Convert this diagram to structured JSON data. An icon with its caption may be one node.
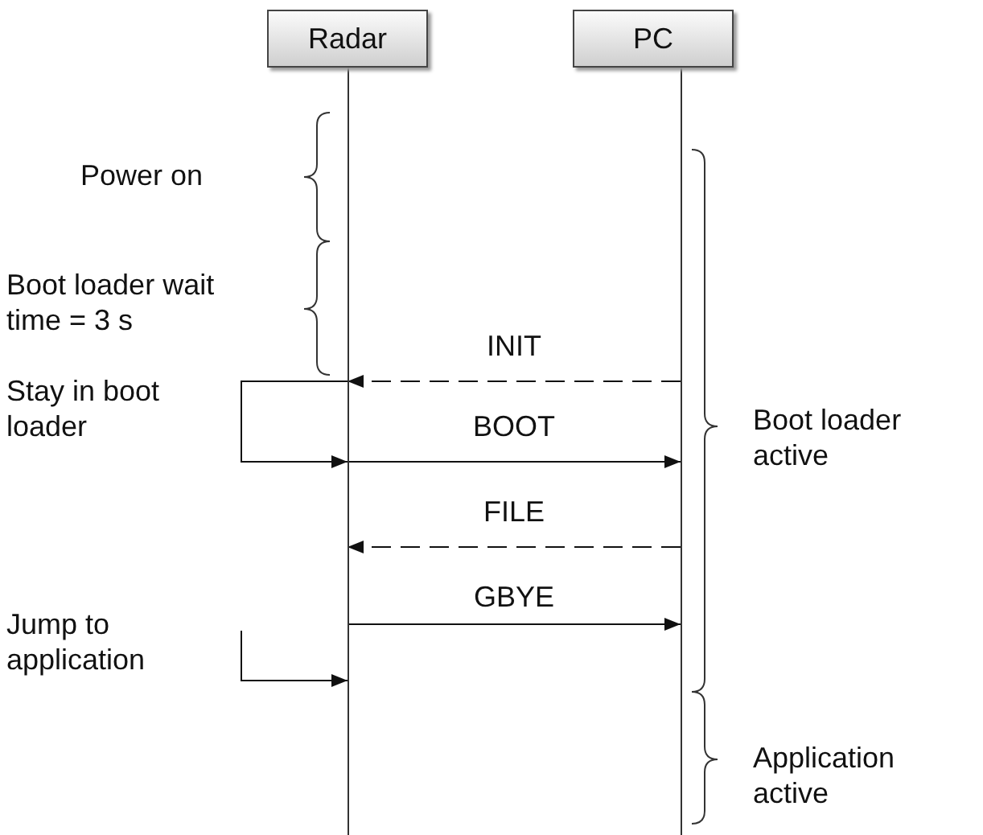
{
  "diagram": {
    "nodes": [
      {
        "text": [
          "Radar"
        ]
      },
      {
        "text": [
          "PC"
        ]
      }
    ],
    "edges": [
      {
        "from": 1,
        "to": 0,
        "arrow": "to",
        "label": "INIT",
        "style": "dashed"
      },
      {
        "from": 0,
        "to": 0,
        "arrow": "to",
        "label": "Stay in boot loader"
      },
      {
        "from": 0,
        "to": 1,
        "arrow": "to",
        "label": "BOOT"
      },
      {
        "from": 1,
        "to": 0,
        "arrow": "to",
        "label": "FILE",
        "style": "dashed"
      },
      {
        "from": 0,
        "to": 1,
        "arrow": "to",
        "label": "GBYE"
      },
      {
        "from": null,
        "to": 0,
        "arrow": "to",
        "label": "Jump to application"
      }
    ],
    "labels": [
      "Power on",
      "Boot loader wait time = 3 s",
      "Boot loader active",
      "Application active"
    ]
  }
}
